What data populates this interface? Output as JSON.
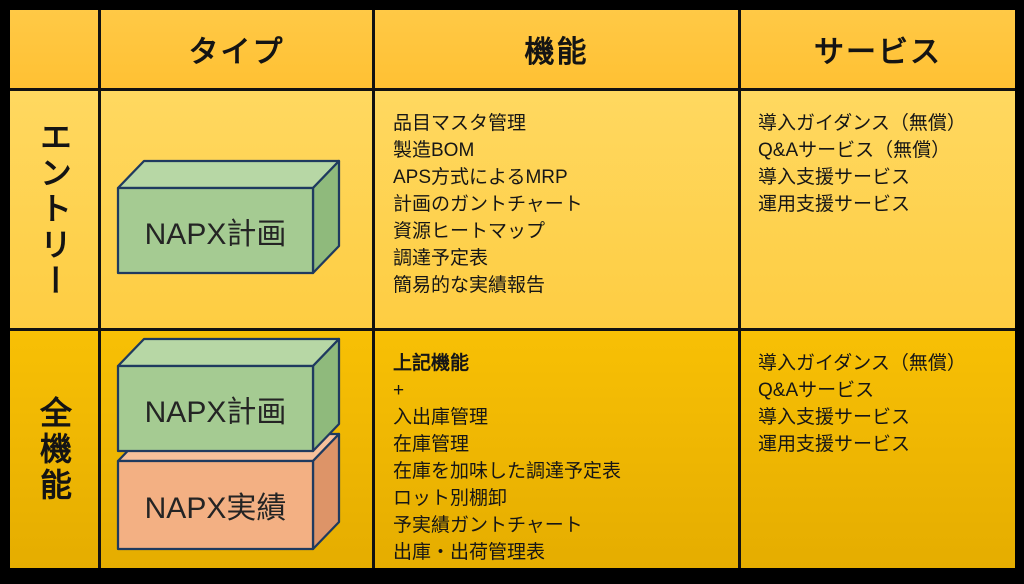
{
  "colors": {
    "grid_line": "#111111",
    "outline": "#1F3A5F",
    "text": "#161616",
    "header_bg_top": "#FFC946",
    "header_bg_bottom": "#FFC133",
    "row1_bg_top": "#FFD860",
    "row1_bg_bottom": "#FECD42",
    "row2_bg_top": "#F8C005",
    "row2_bg_bottom": "#E5AD00",
    "green": {
      "top": "#B7D7A5",
      "front": "#A5CB92",
      "side": "#8FBA7C"
    },
    "orange": {
      "top": "#F6C09B",
      "front": "#F3B083",
      "side": "#DD9468"
    }
  },
  "headers": {
    "type": "タイプ",
    "function": "機能",
    "service": "サービス"
  },
  "rows": [
    {
      "label": "エントリー",
      "boxes": [
        {
          "label": "NAPX計画"
        }
      ],
      "functions": [
        "品目マスタ管理",
        "製造BOM",
        "APS方式によるMRP",
        "計画のガントチャート",
        "資源ヒートマップ",
        "調達予定表",
        "簡易的な実績報告"
      ],
      "services": [
        "導入ガイダンス（無償）",
        "Q&Aサービス（無償）",
        "導入支援サービス",
        "運用支援サービス"
      ]
    },
    {
      "label": "全機能",
      "boxes": [
        {
          "label": "NAPX計画"
        },
        {
          "label": "NAPX実績"
        }
      ],
      "functions": [
        {
          "text": "上記機能",
          "bold": true
        },
        "+",
        "入出庫管理",
        "在庫管理",
        "在庫を加味した調達予定表",
        "ロット別棚卸",
        "予実績ガントチャート",
        "出庫・出荷管理表"
      ],
      "services": [
        "導入ガイダンス（無償）",
        "Q&Aサービス",
        "導入支援サービス",
        "運用支援サービス"
      ]
    }
  ]
}
